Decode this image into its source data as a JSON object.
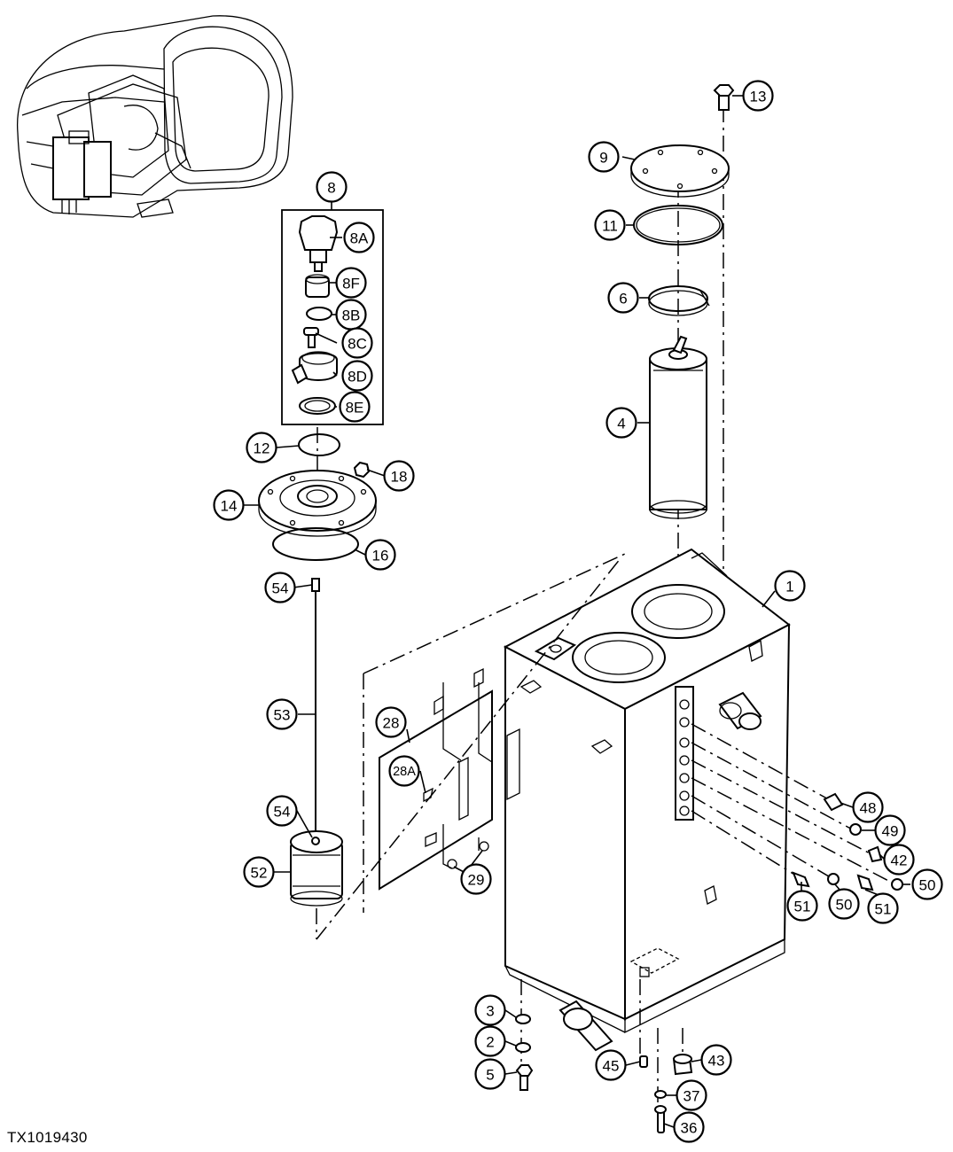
{
  "figure_code": "TX1019430",
  "callouts": [
    {
      "id": "c13",
      "label": "13"
    },
    {
      "id": "c9",
      "label": "9"
    },
    {
      "id": "c11",
      "label": "11"
    },
    {
      "id": "c6",
      "label": "6"
    },
    {
      "id": "c4",
      "label": "4"
    },
    {
      "id": "c1",
      "label": "1"
    },
    {
      "id": "c8",
      "label": "8"
    },
    {
      "id": "c8A",
      "label": "8A"
    },
    {
      "id": "c8F",
      "label": "8F"
    },
    {
      "id": "c8B",
      "label": "8B"
    },
    {
      "id": "c8C",
      "label": "8C"
    },
    {
      "id": "c8D",
      "label": "8D"
    },
    {
      "id": "c8E",
      "label": "8E"
    },
    {
      "id": "c12",
      "label": "12"
    },
    {
      "id": "c18",
      "label": "18"
    },
    {
      "id": "c14",
      "label": "14"
    },
    {
      "id": "c16",
      "label": "16"
    },
    {
      "id": "c54a",
      "label": "54"
    },
    {
      "id": "c53",
      "label": "53"
    },
    {
      "id": "c54b",
      "label": "54"
    },
    {
      "id": "c52",
      "label": "52"
    },
    {
      "id": "c28",
      "label": "28"
    },
    {
      "id": "c28A",
      "label": "28A"
    },
    {
      "id": "c29",
      "label": "29"
    },
    {
      "id": "c48",
      "label": "48"
    },
    {
      "id": "c49",
      "label": "49"
    },
    {
      "id": "c42",
      "label": "42"
    },
    {
      "id": "c50a",
      "label": "50"
    },
    {
      "id": "c51a",
      "label": "51"
    },
    {
      "id": "c50b",
      "label": "50"
    },
    {
      "id": "c51b",
      "label": "51"
    },
    {
      "id": "c3",
      "label": "3"
    },
    {
      "id": "c2",
      "label": "2"
    },
    {
      "id": "c5",
      "label": "5"
    },
    {
      "id": "c45",
      "label": "45"
    },
    {
      "id": "c43",
      "label": "43"
    },
    {
      "id": "c37",
      "label": "37"
    },
    {
      "id": "c36",
      "label": "36"
    }
  ]
}
